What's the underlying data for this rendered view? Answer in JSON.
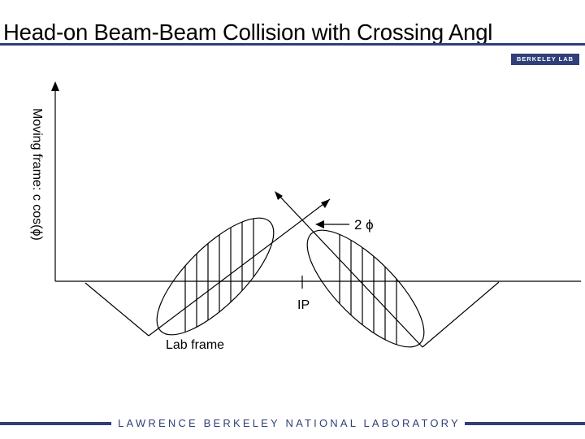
{
  "title": "Head-on Beam-Beam Collision with Crossing Angl",
  "logo_text": "BERKELEY LAB",
  "labels": {
    "moving_frame": "Moving frame: c cos(ϕ)",
    "angle": "2 ϕ",
    "ip": "IP",
    "lab_frame": "Lab frame"
  },
  "footer": "LAWRENCE BERKELEY NATIONAL LABORATORY",
  "colors": {
    "accent": "#2f3f78",
    "ink": "#000000"
  },
  "icons": {
    "logo": "berkeley-lab-logo",
    "arrow": "arrow-left-icon"
  }
}
